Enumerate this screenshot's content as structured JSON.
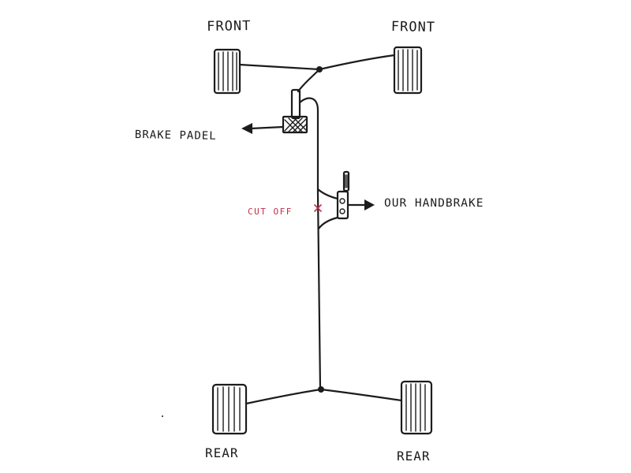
{
  "labels": {
    "front_left": "FRONT",
    "front_right": "FRONT",
    "rear_left": "REAR",
    "rear_right": "REAR",
    "brake_pedal": "BRAKE PADEL",
    "handbrake": "OUR HANDBRAKE",
    "cut_off": "CUT OFF"
  },
  "colors": {
    "ink": "#1c1c1c",
    "cut_marker": "#c0304a",
    "paper": "#ffffff"
  }
}
